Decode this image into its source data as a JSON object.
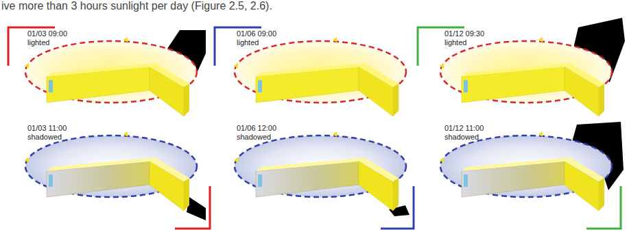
{
  "diagram": {
    "labels": [
      "ive more than 3 hours sunlight per day (Figure 2.5, 2.6).",
      "01/03 09:00",
      "lighted",
      "01/06 09:00",
      "lighted",
      "01/12 09:30",
      "lighted",
      "01/03 11:00",
      "shadowed",
      "01/06 12:00",
      "shadowed",
      "01/12 11:00",
      "shadowed"
    ]
  }
}
